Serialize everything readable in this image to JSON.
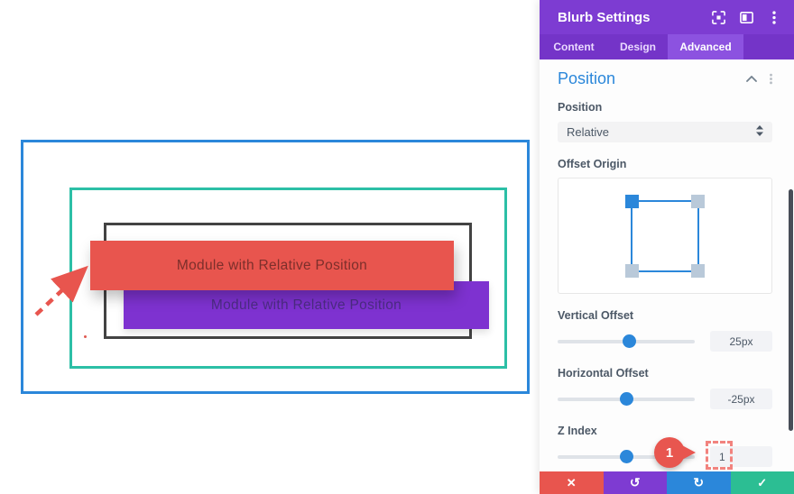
{
  "canvas": {
    "red_module": {
      "label": "Module with Relative Position"
    },
    "purple_module": {
      "label": "Module with Relative Position"
    },
    "frames": {
      "outer": "#2b87da",
      "middle": "#2cbfa6",
      "inner": "#434343"
    },
    "arrow_color": "#e8554e"
  },
  "panel": {
    "title": "Blurb Settings",
    "tabs": [
      {
        "label": "Content",
        "active": false
      },
      {
        "label": "Design",
        "active": false
      },
      {
        "label": "Advanced",
        "active": true
      }
    ],
    "section": {
      "title": "Position",
      "position_label": "Position",
      "position_value": "Relative",
      "offset_origin_label": "Offset Origin",
      "offset_origin_active_corner": "top-left",
      "sliders": [
        {
          "label": "Vertical Offset",
          "value": "25px",
          "percent": 52
        },
        {
          "label": "Horizontal Offset",
          "value": "-25px",
          "percent": 50
        },
        {
          "label": "Z Index",
          "value": "1",
          "percent": 50
        }
      ]
    },
    "annotation": {
      "badge": "1"
    },
    "footer": {
      "discard": "✕",
      "undo": "↺",
      "redo": "↻",
      "save": "✓"
    },
    "colors": {
      "header": "#7d3cd2",
      "tabbar": "#7434c8",
      "active_tab": "#8c52e0",
      "accent_blue": "#2b87da",
      "heading_blue": "#2b87da",
      "badge_red": "#e8564f",
      "btn_red": "#e8554e",
      "btn_purple": "#7e3bd2",
      "btn_blue": "#2b87da",
      "btn_green": "#2cbe93"
    }
  }
}
